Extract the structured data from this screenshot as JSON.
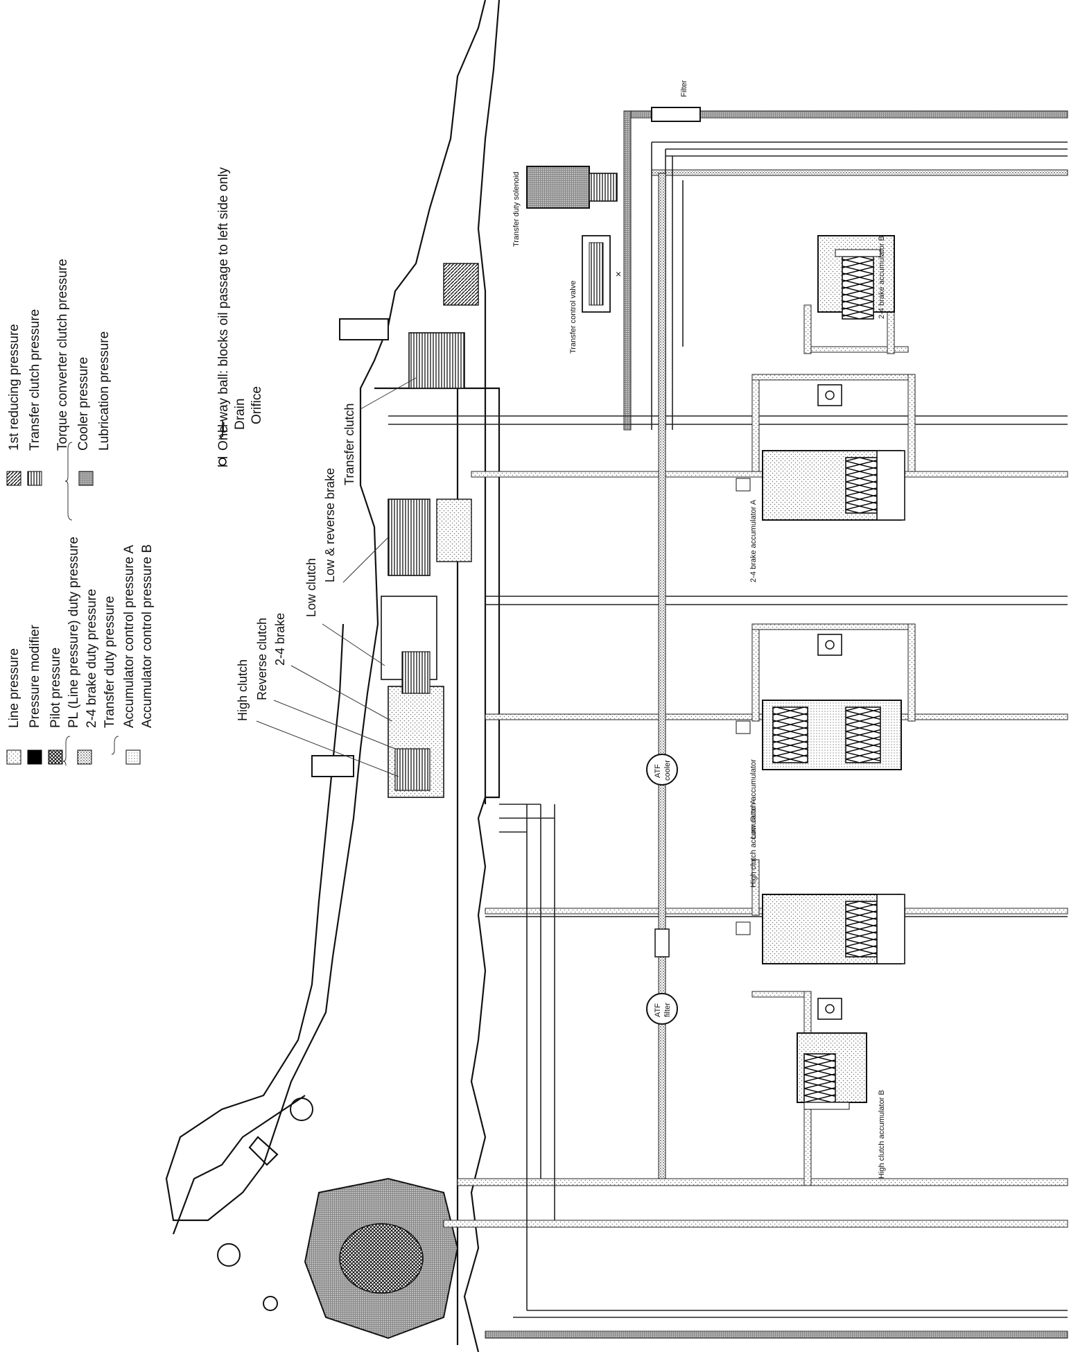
{
  "legend": {
    "items": [
      {
        "label": "Line pressure",
        "pattern": "dots-light"
      },
      {
        "label": "Pressure modifier",
        "pattern": "solid-black"
      },
      {
        "label": "Pilot pressure",
        "pattern": "crosshatch"
      },
      {
        "label": "PL (Line pressure) duty pressure",
        "pattern": "dots-medium"
      },
      {
        "label": "2-4 brake duty pressure",
        "pattern": "dots-medium"
      },
      {
        "label": "Transfer duty pressure",
        "pattern": "dots-medium"
      },
      {
        "label": "Accumulator control pressure A",
        "pattern": "dots-fine"
      },
      {
        "label": "Accumulator control pressure B",
        "pattern": "dots-fine"
      },
      {
        "label": "1st reducing pressure",
        "pattern": "diagonal"
      },
      {
        "label": "Transfer clutch pressure",
        "pattern": "vertical"
      },
      {
        "label": "Torque converter clutch pressure",
        "pattern": "dense"
      },
      {
        "label": "Cooler pressure",
        "pattern": "dense"
      },
      {
        "label": "Lubrication pressure",
        "pattern": "dense"
      }
    ],
    "symbols": [
      {
        "symbol": "one-way-ball",
        "label": "One-way ball: blocks oil passage to left side only"
      },
      {
        "symbol": "×",
        "label": "Drain"
      },
      {
        "symbol": "orifice",
        "label": "Orifice"
      }
    ]
  },
  "components": {
    "high_clutch": "High clutch",
    "reverse_clutch": "Reverse clutch",
    "brake_24": "2-4 brake",
    "low_clutch": "Low clutch",
    "low_reverse_brake": "Low & reverse brake",
    "transfer_clutch": "Transfer clutch",
    "transfer_control_valve": "Transfer control valve",
    "transfer_duty_solenoid": "Transfer duty solenoid",
    "filter": "Filter",
    "acc_24_b": "2-4 brake accumulator B",
    "acc_24_a": "2-4 brake accumulator A",
    "acc_low": "Low clutch accumulator",
    "acc_high_a": "High clutch accumulator A",
    "acc_high_b": "High clutch accumulator B",
    "atf_cooler": [
      "ATF",
      "cooler"
    ],
    "atf_filter": [
      "ATF",
      "filter"
    ]
  },
  "colors": {
    "ink": "#111111",
    "paper": "#ffffff",
    "fill_light": "#d9d9d9",
    "fill_medium": "#bdbdbd"
  }
}
